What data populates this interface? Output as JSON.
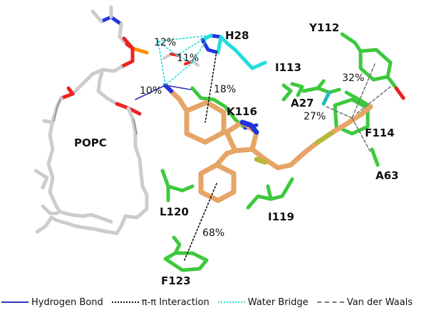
{
  "figure": {
    "lipid_label": "POPC",
    "residues": [
      {
        "id": "H28",
        "label": "H28"
      },
      {
        "id": "I113",
        "label": "I113"
      },
      {
        "id": "K116",
        "label": "K116"
      },
      {
        "id": "Y112",
        "label": "Y112"
      },
      {
        "id": "A27",
        "label": "A27"
      },
      {
        "id": "F114",
        "label": "F114"
      },
      {
        "id": "A63",
        "label": "A63"
      },
      {
        "id": "L120",
        "label": "L120"
      },
      {
        "id": "I119",
        "label": "I119"
      },
      {
        "id": "F123",
        "label": "F123"
      }
    ],
    "interaction_percentages": [
      {
        "id": "water-bridge-1",
        "value": "12%"
      },
      {
        "id": "water-bridge-2",
        "value": "11%"
      },
      {
        "id": "hydrogen-bond-1",
        "value": "10%"
      },
      {
        "id": "pi-pi-h28",
        "value": "18%"
      },
      {
        "id": "vdw-y112",
        "value": "32%"
      },
      {
        "id": "vdw-f114",
        "value": "27%"
      },
      {
        "id": "pi-pi-f123",
        "value": "68%"
      }
    ]
  },
  "legend": {
    "items": [
      {
        "label": "Hydrogen Bond",
        "color": "#3333bb",
        "style": "solid"
      },
      {
        "label": "π-π Interaction",
        "color": "#111111",
        "style": "dotted"
      },
      {
        "label": "Water Bridge",
        "color": "#22dddd",
        "style": "dotted"
      },
      {
        "label": "Van der Waals",
        "color": "#777777",
        "style": "dashed"
      }
    ]
  },
  "colors": {
    "ligand": "#e6a566",
    "protein": "#3dc93d",
    "his_carbon": "#22dddd",
    "lipid": "#cccccc",
    "oxygen": "#ee2222",
    "nitrogen": "#2233dd",
    "phosphorus": "#ff8c00",
    "sulfur": "#b8b83a"
  }
}
